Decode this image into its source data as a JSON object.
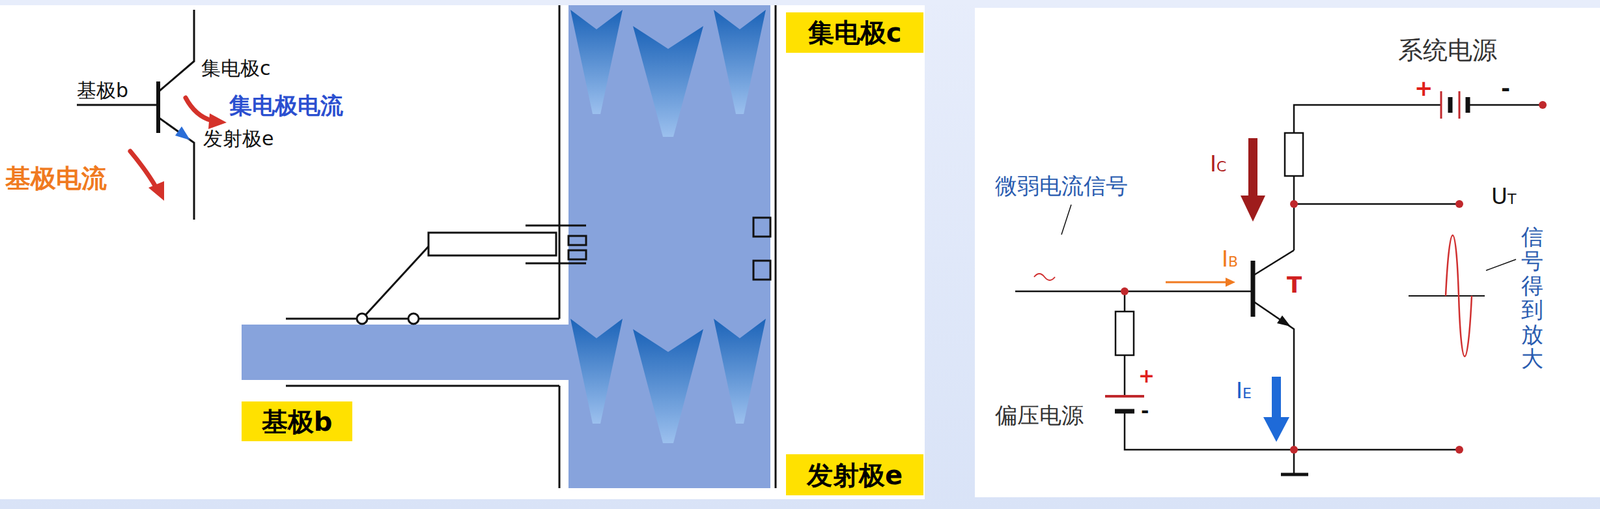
{
  "diagram": {
    "nodes": [
      {
        "text": [
          "集电极c"
        ]
      },
      {
        "text": [
          "基极b"
        ]
      },
      {
        "text": [
          "发射极e"
        ]
      }
    ],
    "labels": [
      "基极b",
      "集电极c",
      "集电极电流",
      "发射极e",
      "基极电流",
      "系统电源",
      "+",
      "-",
      "IC",
      "UT",
      "微弱电流信号",
      "IB",
      "T",
      "信号得到放大",
      "IE",
      "偏压电源",
      "+",
      "-"
    ]
  }
}
